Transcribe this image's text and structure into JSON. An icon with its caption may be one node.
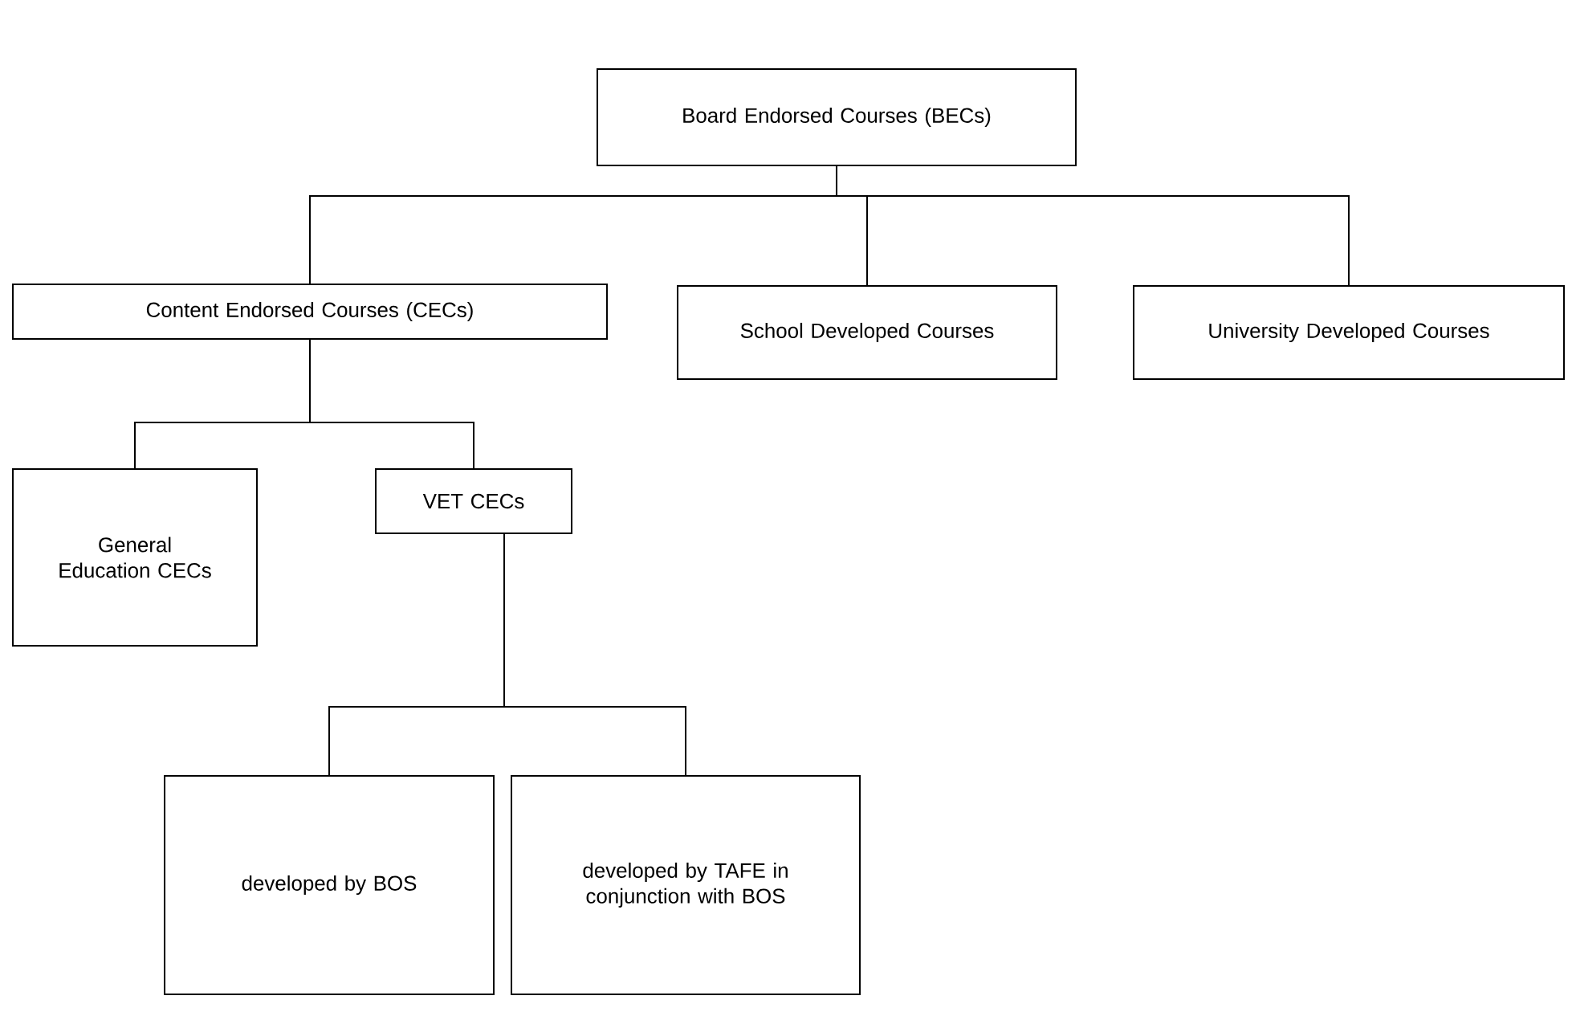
{
  "diagram": {
    "nodes": [
      {
        "text": [
          "Board Endorsed Courses (BECs)"
        ]
      },
      {
        "text": [
          "Content Endorsed Courses (CECs)"
        ]
      },
      {
        "text": [
          "School Developed Courses"
        ]
      },
      {
        "text": [
          "University Developed Courses"
        ]
      },
      {
        "text": [
          "General Education CECs"
        ]
      },
      {
        "text": [
          "VET CECs"
        ]
      },
      {
        "text": [
          "developed by BOS"
        ]
      },
      {
        "text": [
          "developed by TAFE in conjunction with BOS"
        ]
      }
    ],
    "edges": [
      {
        "from": 0,
        "to": 1,
        "arrow": "none"
      },
      {
        "from": 0,
        "to": 2,
        "arrow": "none"
      },
      {
        "from": 0,
        "to": 3,
        "arrow": "none"
      },
      {
        "from": 1,
        "to": 4,
        "arrow": "none"
      },
      {
        "from": 1,
        "to": 5,
        "arrow": "none"
      },
      {
        "from": 5,
        "to": 6,
        "arrow": "none"
      },
      {
        "from": 5,
        "to": 7,
        "arrow": "none"
      }
    ]
  }
}
